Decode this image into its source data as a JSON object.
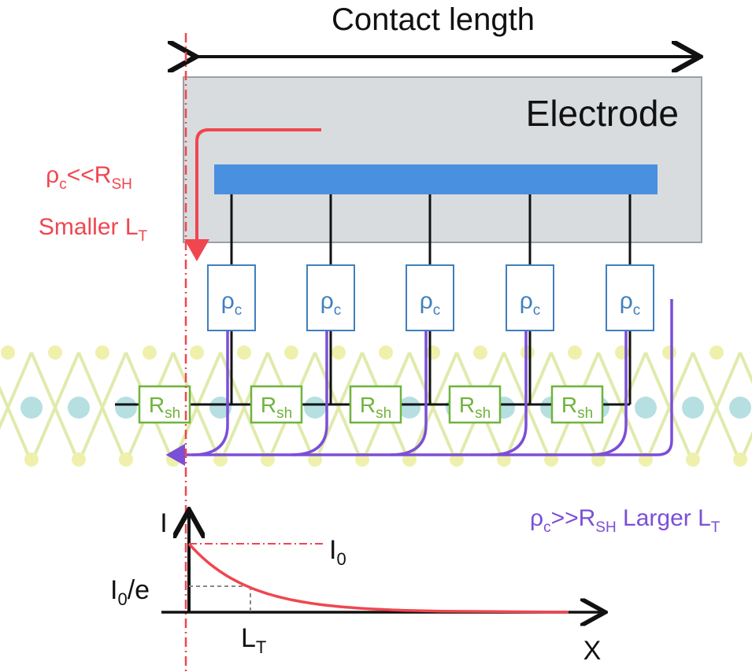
{
  "title": "Contact length",
  "electrode_label": "Electrode",
  "left_annotation": {
    "line1": {
      "base": "ρ",
      "sub": "c",
      "mid": "<<R",
      "sub2": "SH"
    },
    "line2": {
      "base": "Smaller L",
      "sub": "T"
    }
  },
  "right_annotation": {
    "base": "ρ",
    "sub": "c",
    "mid": ">>R",
    "sub2": "SH",
    "tail": " Larger L",
    "sub3": "T"
  },
  "contact_resistors": [
    {
      "base": "ρ",
      "sub": "c"
    },
    {
      "base": "ρ",
      "sub": "c"
    },
    {
      "base": "ρ",
      "sub": "c"
    },
    {
      "base": "ρ",
      "sub": "c"
    },
    {
      "base": "ρ",
      "sub": "c"
    }
  ],
  "sheet_resistors": [
    {
      "base": "R",
      "sub": "sh"
    },
    {
      "base": "R",
      "sub": "sh"
    },
    {
      "base": "R",
      "sub": "sh"
    },
    {
      "base": "R",
      "sub": "sh"
    },
    {
      "base": "R",
      "sub": "sh"
    }
  ],
  "graph": {
    "y_axis_label": "I",
    "x_axis_label": "X",
    "i0_label": {
      "base": "I",
      "sub": "0"
    },
    "i0e_label": {
      "base": "I",
      "sub": "0",
      "tail": "/e"
    },
    "lt_label": {
      "base": "L",
      "sub": "T"
    }
  },
  "colors": {
    "red": "#f0464f",
    "purple": "#7b4fd6",
    "blue_bar": "#4a90e0",
    "rho_box": "#3f7fbf",
    "rsh_box": "#6fb43a",
    "electrode_fill": "#d8dcdf",
    "electrode_stroke": "#9aa0a6"
  }
}
